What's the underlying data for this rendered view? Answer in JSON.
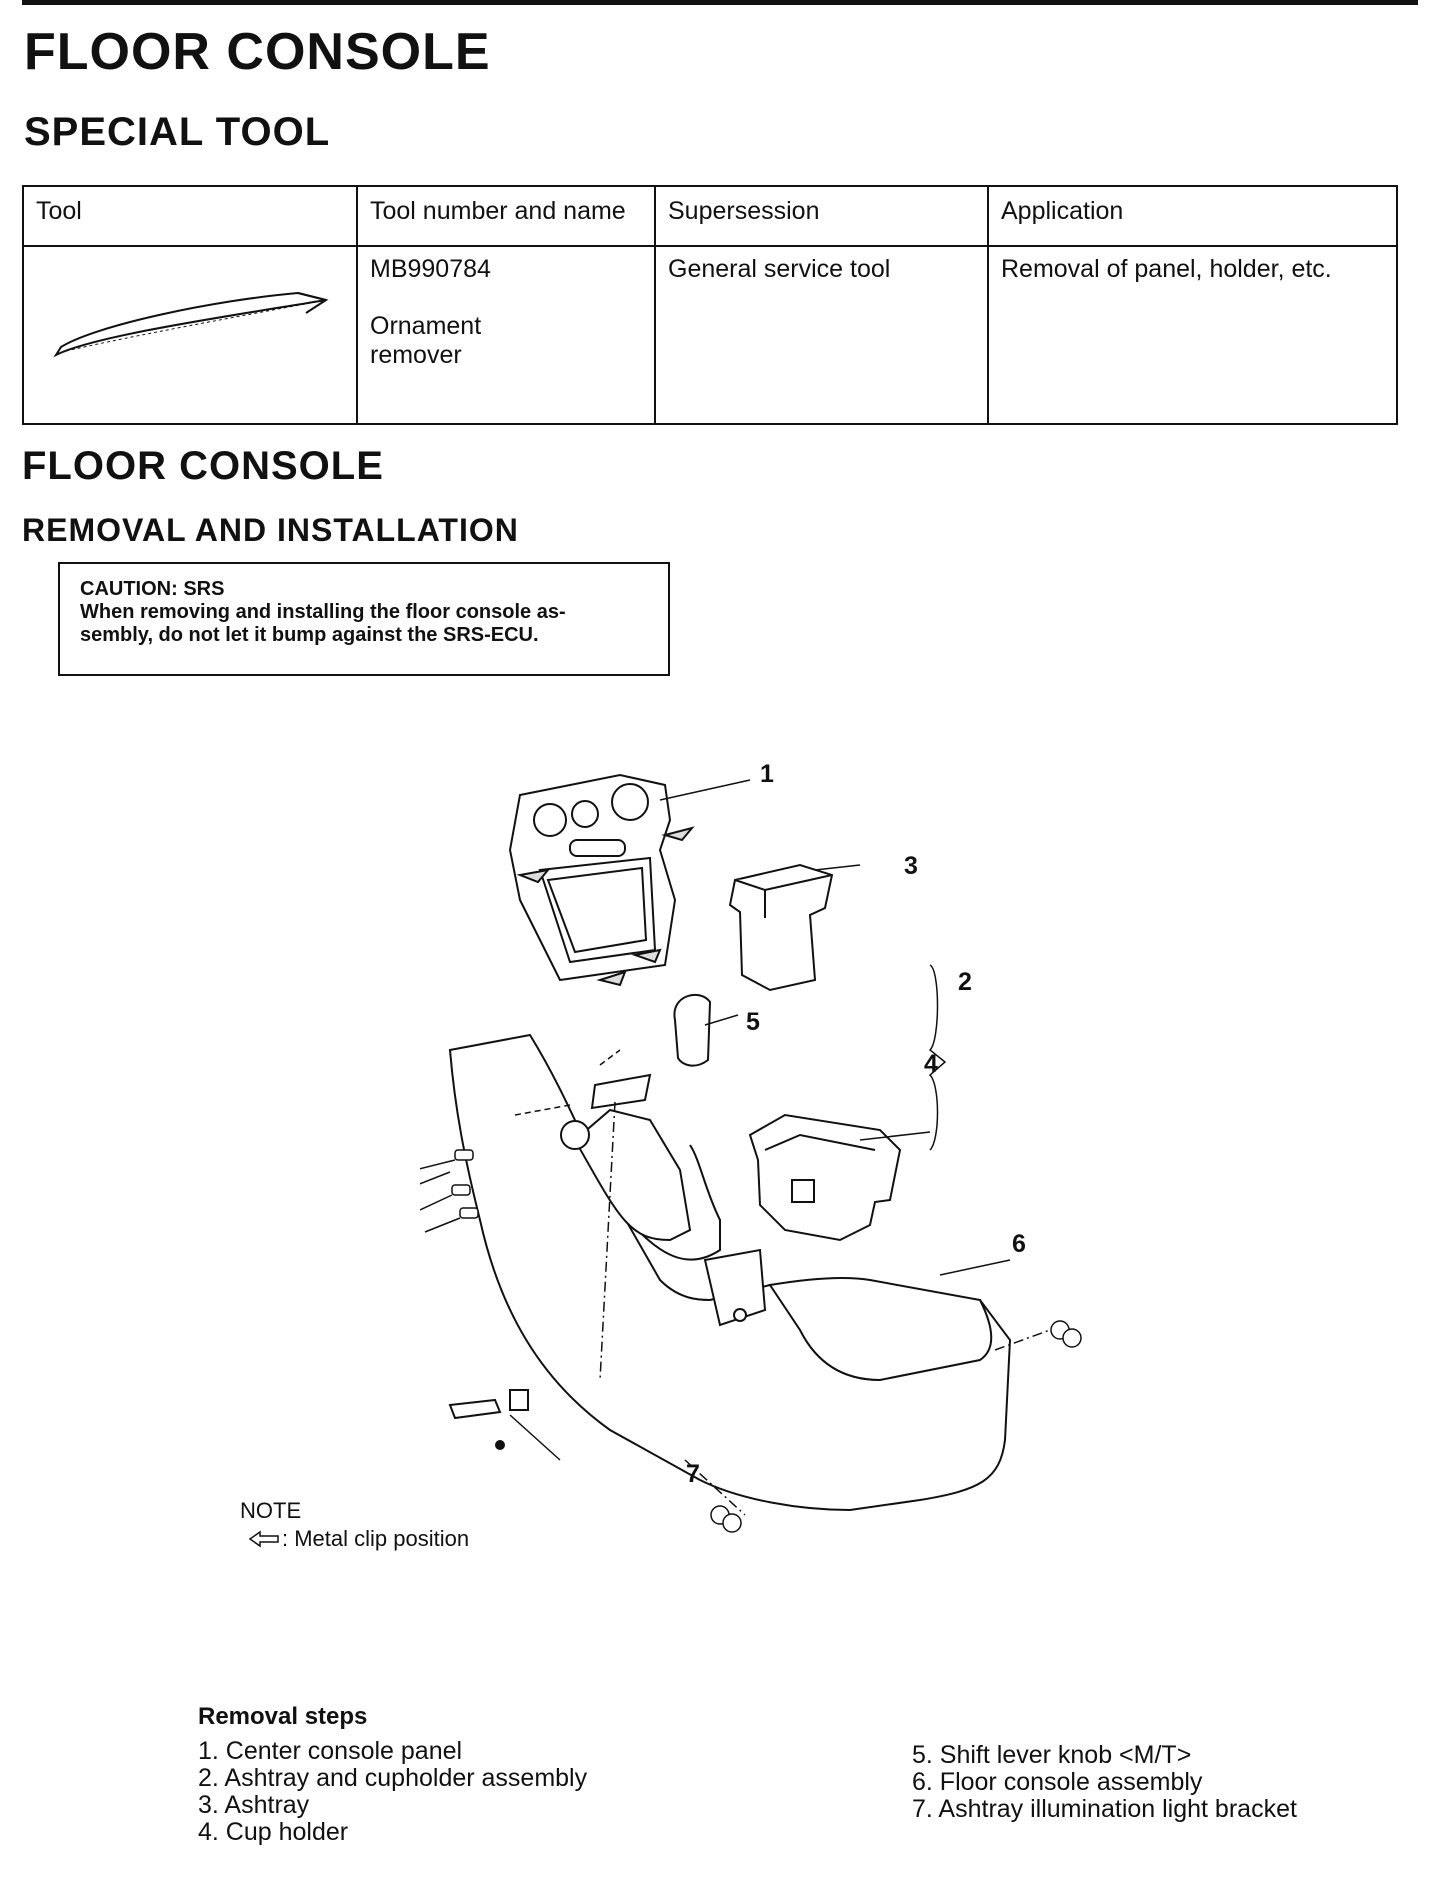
{
  "page": {
    "title": "FLOOR CONSOLE",
    "special_tool_heading": "SPECIAL TOOL"
  },
  "tool_table": {
    "headers": [
      "Tool",
      "Tool number and name",
      "Supersession",
      "Application"
    ],
    "row": {
      "tool_number": "MB990784",
      "tool_name_line1": "Ornament",
      "tool_name_line2": "remover",
      "supersession": "General service tool",
      "application": "Removal of panel, holder, etc."
    }
  },
  "section": {
    "title": "FLOOR CONSOLE",
    "subtitle": "REMOVAL AND INSTALLATION"
  },
  "caution": {
    "title": "CAUTION: SRS",
    "line1": "When removing and installing the floor console as-",
    "line2": "sembly, do not let it bump against the SRS-ECU."
  },
  "diagram": {
    "callouts": [
      "1",
      "2",
      "3",
      "4",
      "5",
      "6",
      "7"
    ]
  },
  "note": {
    "title": "NOTE",
    "legend": ": Metal clip position"
  },
  "removal_steps": {
    "title": "Removal steps",
    "left": [
      "1. Center console panel",
      "2. Ashtray and cupholder assembly",
      "3. Ashtray",
      "4. Cup holder"
    ],
    "right": [
      "5. Shift lever knob <M/T>",
      "6. Floor console assembly",
      "7. Ashtray illumination light bracket"
    ]
  }
}
